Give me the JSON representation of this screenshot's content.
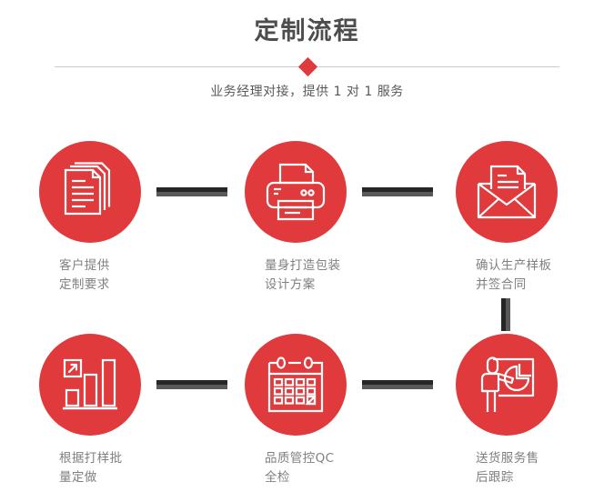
{
  "header": {
    "title": "定制流程",
    "subtitle": "业务经理对接，提供 1 对 1 服务",
    "diamond_icon": "diamond-marker"
  },
  "colors": {
    "accent_red": "#e03a3c",
    "title_gray": "#4d4d4d",
    "label_gray": "#808080",
    "connector_dark": "#262626",
    "connector_light": "#595959",
    "divider_gray": "#c9c9c9"
  },
  "flow": {
    "rows": [
      {
        "steps": [
          {
            "label": "客户提供\n定制要求",
            "icon": "documents-stack-icon"
          },
          {
            "label": "量身打造包装\n设计方案",
            "icon": "printer-icon"
          },
          {
            "label": "确认生产样板\n并签合同",
            "icon": "envelope-document-icon"
          }
        ]
      },
      {
        "steps": [
          {
            "label": "根据打样批\n量定做",
            "icon": "bar-chart-growth-icon"
          },
          {
            "label": "品质管控QC\n全检",
            "icon": "calendar-icon"
          },
          {
            "label": "送货服务售\n后跟踪",
            "icon": "presenter-pie-chart-icon"
          }
        ]
      }
    ]
  }
}
